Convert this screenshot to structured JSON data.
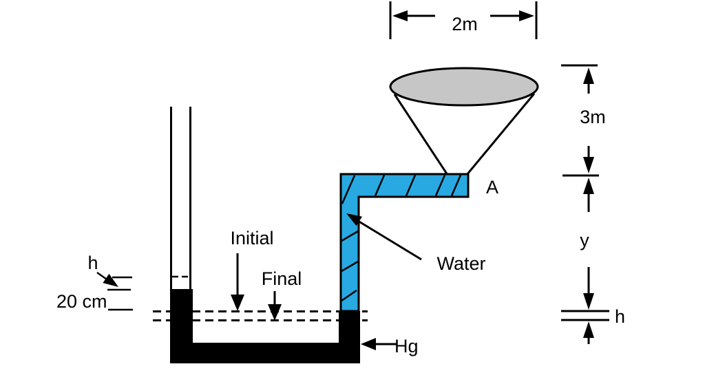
{
  "figure": {
    "description": "Funnel draining through an L-shaped water pipe into a mercury U-tube manometer",
    "colors": {
      "water_blue": "#29A9E1",
      "funnel_gray": "#C6C6C6",
      "ink": "#000000",
      "background": "#FFFFFF"
    },
    "dimensions": {
      "funnel_top_width": "2m",
      "funnel_height": "3m",
      "pipe_drop": "y",
      "right_level_change": "h",
      "left_level_change": "h",
      "initial_level_difference": "20 cm"
    },
    "annotations": {
      "point_label": "A",
      "water_label": "Water",
      "mercury_label": "Hg",
      "initial_label": "Initial",
      "final_label": "Final"
    }
  }
}
